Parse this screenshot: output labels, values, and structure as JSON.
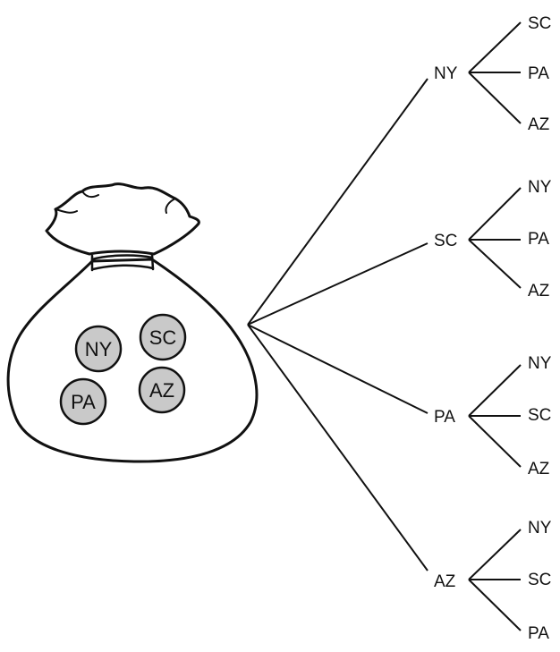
{
  "bag": {
    "coins": [
      {
        "label": "NY"
      },
      {
        "label": "SC"
      },
      {
        "label": "PA"
      },
      {
        "label": "AZ"
      }
    ]
  },
  "tree": {
    "branches": [
      {
        "label": "NY",
        "children": [
          "SC",
          "PA",
          "AZ"
        ]
      },
      {
        "label": "SC",
        "children": [
          "NY",
          "PA",
          "AZ"
        ]
      },
      {
        "label": "PA",
        "children": [
          "NY",
          "SC",
          "AZ"
        ]
      },
      {
        "label": "AZ",
        "children": [
          "NY",
          "SC",
          "PA"
        ]
      }
    ]
  },
  "colors": {
    "ink": "#111111",
    "coin_fill": "#c9c9c9",
    "background": "#ffffff"
  }
}
